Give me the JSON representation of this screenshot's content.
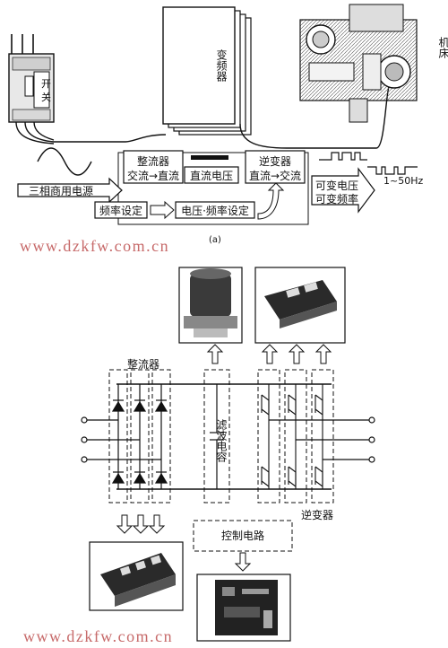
{
  "top": {
    "switch_label_1": "开",
    "switch_label_2": "关",
    "inverter_label": "变频器",
    "machine_label": "机床",
    "rectifier_title": "整流器",
    "rectifier_sub": "交流→直流",
    "dc_voltage": "直流电压",
    "inverter_block_title": "逆变器",
    "inverter_block_sub": "直流→交流",
    "three_phase": "三相商用电源",
    "freq_setting": "频率设定",
    "volt_freq_setting": "电压·频率设定",
    "variable_voltage": "可变电压",
    "variable_freq": "可变频率",
    "freq_range": "1~50Hz",
    "caption": "(a)"
  },
  "bottom": {
    "rectifier_label": "整流器",
    "filter_cap_label": "滤波电容",
    "inverter_label": "逆变器",
    "control_label": "控制电路"
  },
  "watermark_1": "www.dzkfw.com.cn",
  "watermark_2": "www.dzkfw.com.cn"
}
